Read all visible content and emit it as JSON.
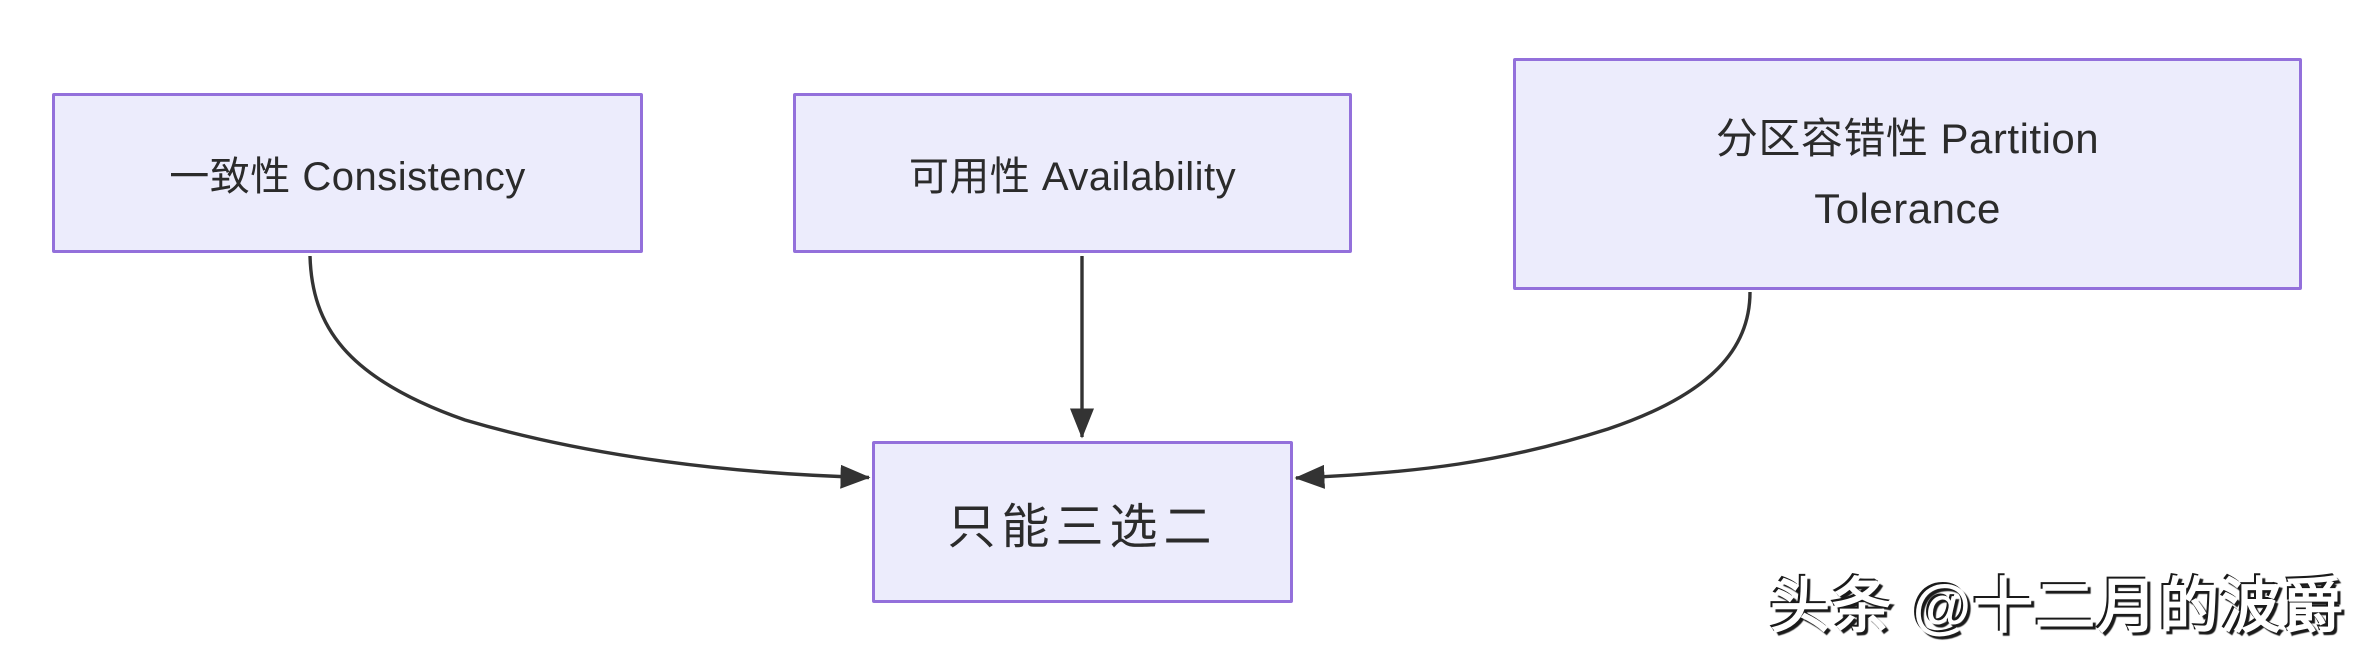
{
  "diagram": {
    "type": "flowchart",
    "nodes": [
      {
        "id": "consistency",
        "label": "一致性 Consistency"
      },
      {
        "id": "availability",
        "label": "可用性 Availability"
      },
      {
        "id": "partition-tolerance",
        "label": "分区容错性 Partition\nTolerance"
      },
      {
        "id": "pick-two",
        "label": "只能三选二"
      }
    ],
    "edges": [
      {
        "from": "consistency",
        "to": "pick-two"
      },
      {
        "from": "availability",
        "to": "pick-two"
      },
      {
        "from": "partition-tolerance",
        "to": "pick-two"
      }
    ],
    "colors": {
      "node_fill": "#ECECFC",
      "node_border": "#9370DB",
      "edge_stroke": "#333333",
      "node_text": "#2B2B2B",
      "background": "#FFFFFF"
    }
  },
  "watermark": {
    "text": "头条 @十二月的波爵"
  }
}
